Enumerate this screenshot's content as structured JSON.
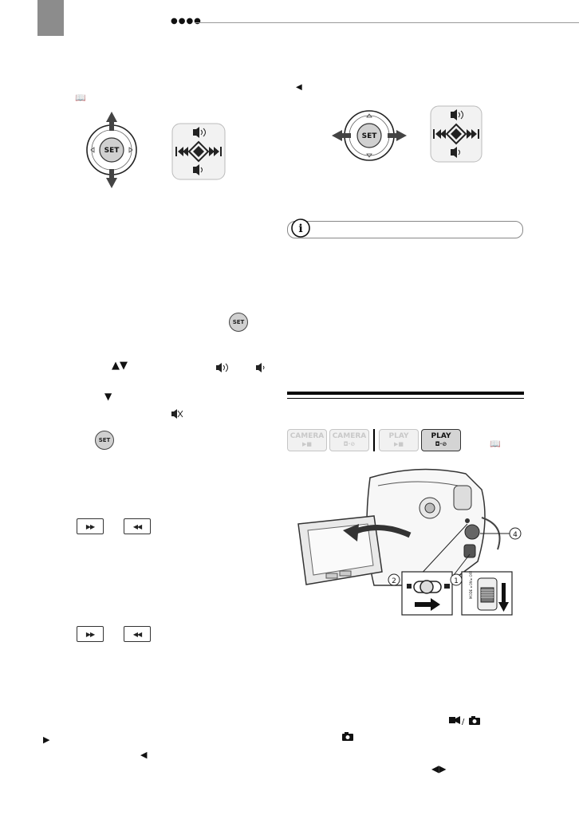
{
  "tab": {
    "color": "#8c8c8c"
  },
  "header": {
    "dots": "●●●●"
  },
  "glyphs": {
    "book": "📖",
    "book_right": "📖",
    "left_arrow_top": "◀",
    "up_down": "▲▼",
    "down": "▼",
    "right": "▶",
    "left": "◀",
    "ff": "▶▶",
    "rew": "◀◀",
    "left_right": "◀▶",
    "set": "SET",
    "camera_photo": "📷"
  },
  "modes": [
    {
      "top": "CAMERA",
      "sub": "▶■",
      "active": false
    },
    {
      "top": "CAMERA",
      "sub": "◘·⊘",
      "active": false
    },
    {
      "top": "PLAY",
      "sub": "▶■",
      "active": false
    },
    {
      "top": "PLAY",
      "sub": "◘·⊘",
      "active": true
    }
  ],
  "figure": {
    "callouts": [
      "④",
      "②",
      "①"
    ],
    "switch_text": "MODE ◂ ON ▸ OFF"
  },
  "note": {
    "icon": "i"
  }
}
